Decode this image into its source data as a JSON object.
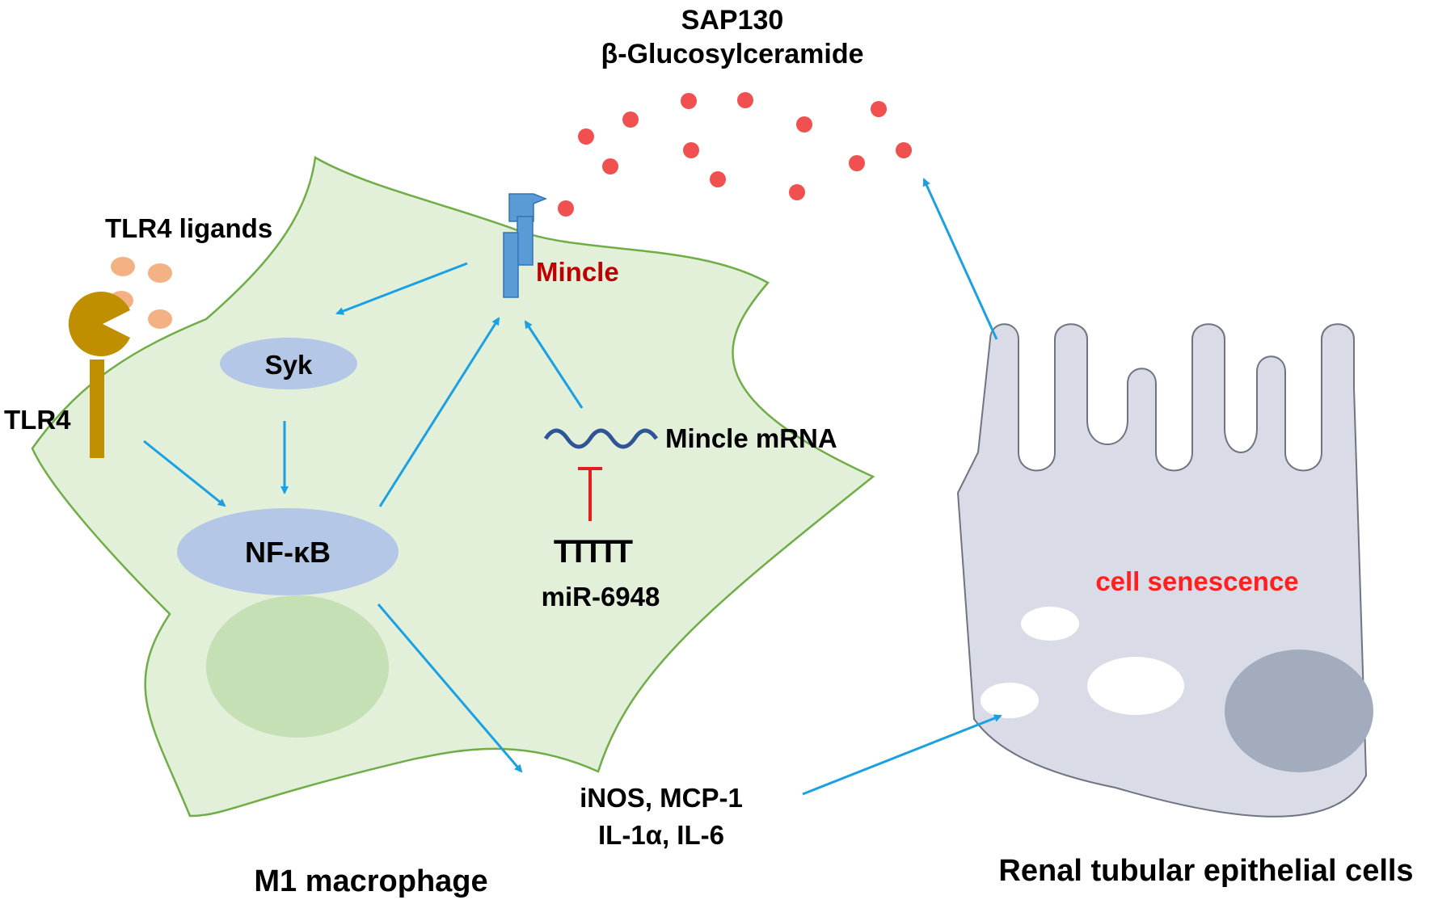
{
  "labels": {
    "ligand_line1": "SAP130",
    "ligand_line2": "β-Glucosylceramide",
    "tlr4_ligands": "TLR4 ligands",
    "tlr4": "TLR4",
    "mincle": "Mincle",
    "syk": "Syk",
    "nfkb": "NF-κB",
    "mincle_mrna": "Mincle mRNA",
    "mirna_symbol": "TTTTT",
    "mirna": "miR-6948",
    "cytokines_line1": "iNOS, MCP-1",
    "cytokines_line2": "IL-1α, IL-6",
    "senescence": "cell senescence",
    "macrophage": "M1 macrophage",
    "epithelial": "Renal tubular epithelial cells"
  },
  "colors": {
    "macrophage_fill": "#e2efd9",
    "macrophage_stroke": "#70ad47",
    "nucleus_macrophage": "#c5e0b4",
    "node_fill": "#b4c7e7",
    "arrow": "#1ba1e2",
    "ligand_dot": "#f05050",
    "tlr4_ligand_dot": "#f4b183",
    "tlr4_receptor": "#bf8f00",
    "mincle_receptor": "#5b9bd5",
    "mrna_wave": "#2f5597",
    "inhibit": "#e02020",
    "highlight_text": "#c00000",
    "senescence_text": "#ff2020",
    "epithelial_fill": "#d9dce6",
    "epithelial_stroke": "#6f7480",
    "epithelial_nucleus": "#a3acbd"
  }
}
